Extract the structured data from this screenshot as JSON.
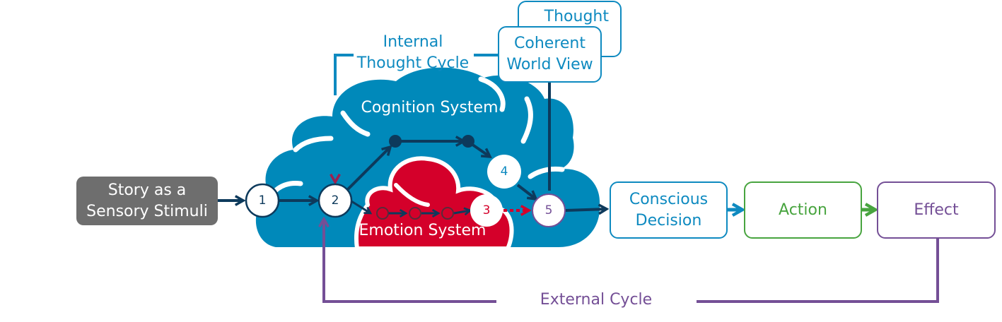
{
  "colors": {
    "cognition_cloud": "#0089BA",
    "emotion_cloud": "#D4002A",
    "dark_navy": "#0D3A5C",
    "internal_cycle": "#0E8AC0",
    "external_cycle": "#744F96",
    "action_green": "#48A43F",
    "stimulus_gray": "#6E6E6E"
  },
  "stimulus": {
    "label_line1": "Story as a",
    "label_line2": "Sensory Stimuli"
  },
  "internal_cycle": {
    "label_line1": "Internal",
    "label_line2": "Thought Cycle"
  },
  "thought_box": {
    "label": "Thought"
  },
  "world_view_box": {
    "label_line1": "Coherent",
    "label_line2": "World View"
  },
  "cognition_system": {
    "label": "Cognition System"
  },
  "emotion_system": {
    "label": "Emotion System"
  },
  "nodes": [
    {
      "id": "1",
      "label": "1"
    },
    {
      "id": "2",
      "label": "2"
    },
    {
      "id": "3",
      "label": "3"
    },
    {
      "id": "4",
      "label": "4"
    },
    {
      "id": "5",
      "label": "5"
    }
  ],
  "outcomes": {
    "decision": {
      "label_line1": "Conscious",
      "label_line2": "Decision"
    },
    "action": {
      "label": "Action"
    },
    "effect": {
      "label": "Effect"
    }
  },
  "external_cycle": {
    "label": "External Cycle"
  }
}
